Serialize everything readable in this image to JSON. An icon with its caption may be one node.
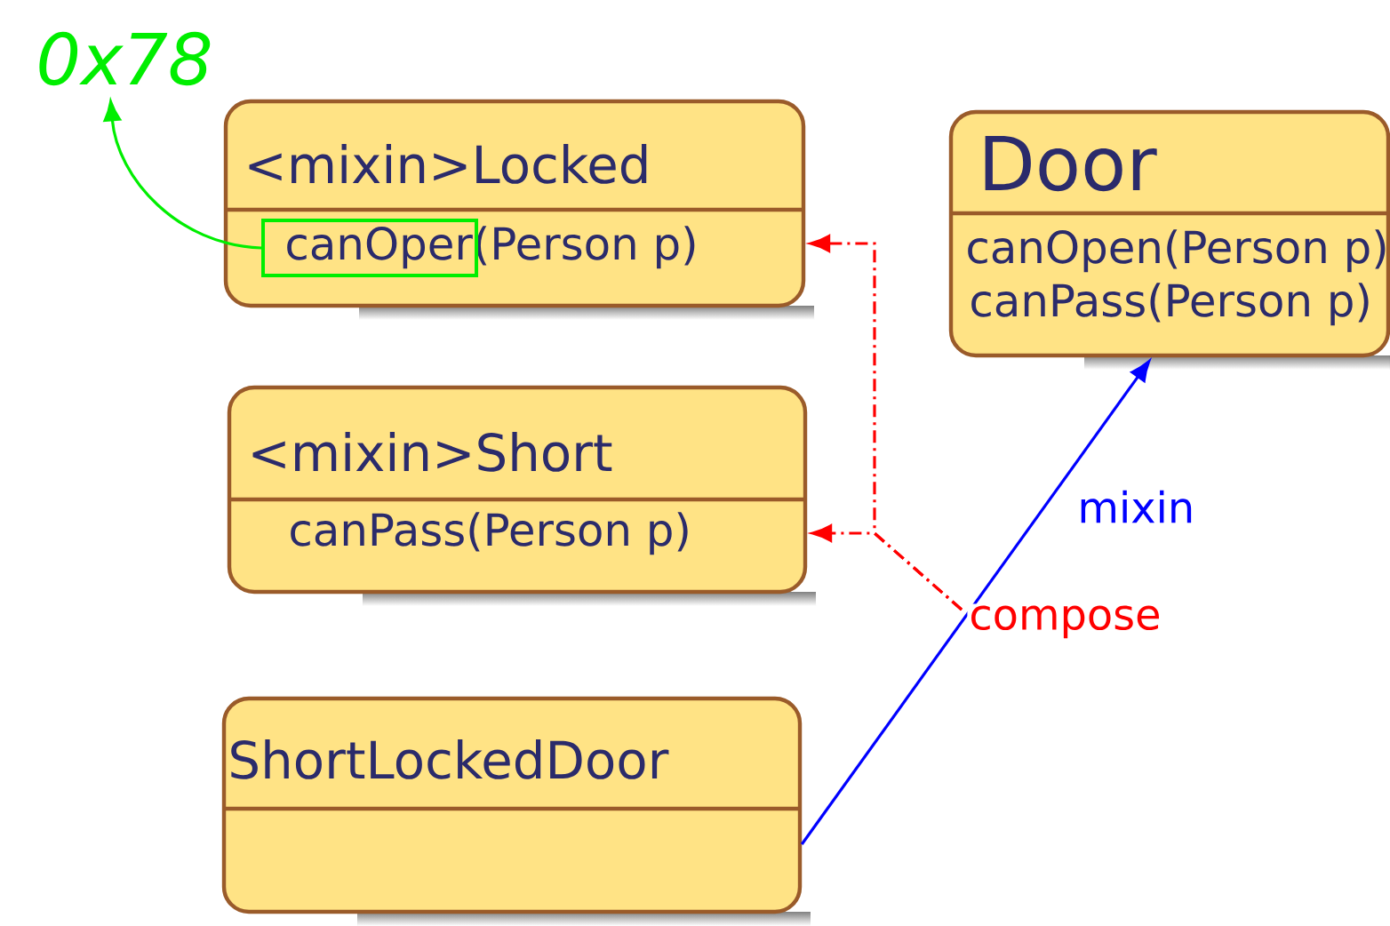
{
  "diagram": {
    "nodes": [
      {
        "text": [
          "<mixin>Locked",
          "canOper(Person p)"
        ]
      },
      {
        "text": [
          "Door",
          "canOpen(Person p)",
          "canPass(Person p)"
        ]
      },
      {
        "text": [
          "<mixin>Short",
          "canPass(Person p)"
        ]
      },
      {
        "text": [
          "ShortLockedDoor"
        ]
      },
      {
        "text": [
          "0x78"
        ]
      },
      {
        "text": [],
        "shape": "box",
        "in": 0
      }
    ],
    "edges": [
      {
        "from": 3,
        "to": 1,
        "arrow": "to",
        "label": "mixin",
        "color": "#0000ff"
      },
      {
        "from": null,
        "to": 0,
        "arrow": "to",
        "style": "dashed",
        "color": "#ff0000",
        "label": "compose"
      },
      {
        "from": null,
        "to": 2,
        "arrow": "to",
        "style": "dashed",
        "color": "#ff0000"
      },
      {
        "from": 5,
        "to": 4,
        "arrow": "to",
        "color": "#00ee00"
      }
    ]
  }
}
